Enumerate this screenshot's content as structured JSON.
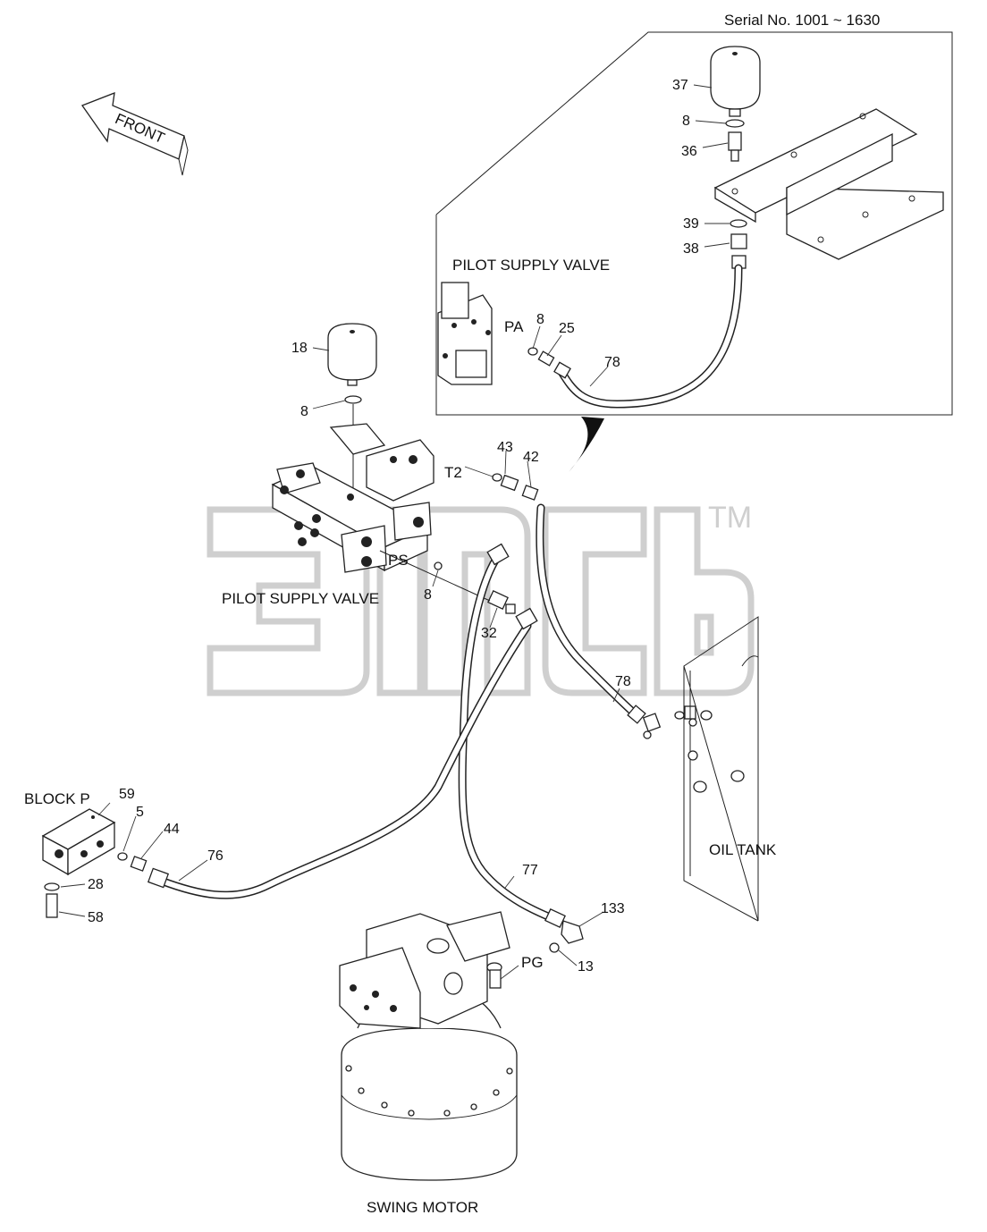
{
  "serial_note": "Serial No. 1001 ~ 1630",
  "front_label": "FRONT",
  "watermark": {
    "text": "3mcb",
    "tm": "TM"
  },
  "components": {
    "pilot_supply_valve_inset": "PILOT SUPPLY VALVE",
    "pilot_supply_valve_main": "PILOT SUPPLY VALVE",
    "block_p": "BLOCK  P",
    "oil_tank": "OIL TANK",
    "swing_motor": "SWING MOTOR"
  },
  "ports": {
    "pa": "PA",
    "t2": "T2",
    "ps": "PS",
    "pg": "PG"
  },
  "part_numbers": {
    "p37": "37",
    "p8_inset_top": "8",
    "p36": "36",
    "p39": "39",
    "p38": "38",
    "p8_inset_pa": "8",
    "p25": "25",
    "p78_inset": "78",
    "p18": "18",
    "p8_accum": "8",
    "p43": "43",
    "p42": "42",
    "p8_ps": "8",
    "p32": "32",
    "p78_main": "78",
    "p59": "59",
    "p5": "5",
    "p44": "44",
    "p76": "76",
    "p28": "28",
    "p58": "58",
    "p77": "77",
    "p133": "133",
    "p13": "13"
  }
}
